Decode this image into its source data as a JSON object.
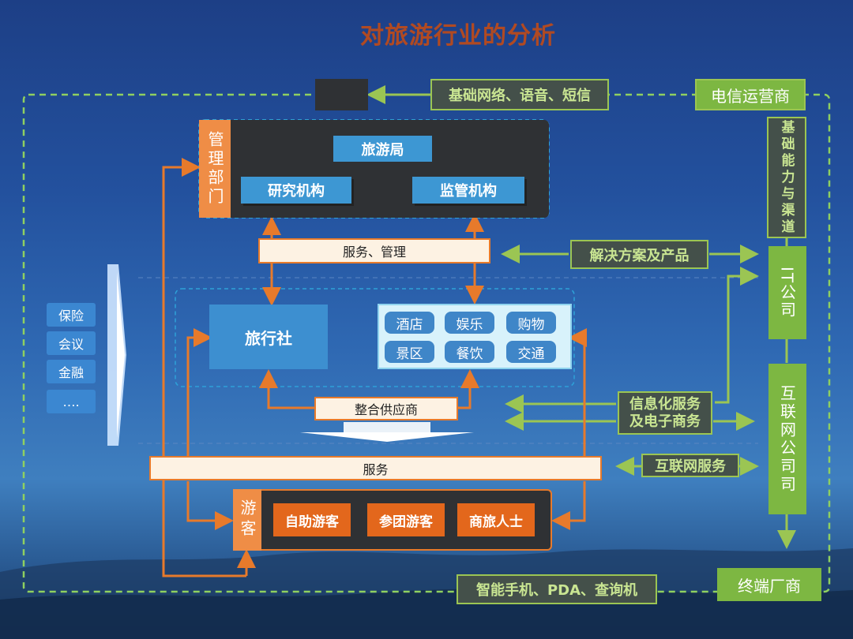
{
  "title": "对旅游行业的分析",
  "telecom": "电信运营商",
  "network_label": "基础网络、语音、短信",
  "basic_ability": "基础能力与渠道",
  "mgmt_dept": "管理部门",
  "tourism_bureau": "旅游局",
  "research": "研究机构",
  "supervision": "监管机构",
  "service_mgmt": "服务、管理",
  "solutions": "解决方案及产品",
  "it_company": "IT公司",
  "travel_agency": "旅行社",
  "services": [
    "酒店",
    "娱乐",
    "购物",
    "景区",
    "餐饮",
    "交通"
  ],
  "integrate_supplier": "整合供应商",
  "info_service": [
    "信息化服务",
    "及电子商务"
  ],
  "internet_company": "互联网公司司",
  "service": "服务",
  "internet_service": "互联网服务",
  "tourist": "游客",
  "tourist_types": [
    "自助游客",
    "参团游客",
    "商旅人士"
  ],
  "left_items": [
    "保险",
    "会议",
    "金融",
    "…."
  ],
  "terminal_label": "智能手机、PDA、查询机",
  "terminal_maker": "终端厂商",
  "colors": {
    "title": "#b14a22",
    "green": "#9bc553",
    "orange": "#e77a2b",
    "blue": "#3d97d3"
  }
}
